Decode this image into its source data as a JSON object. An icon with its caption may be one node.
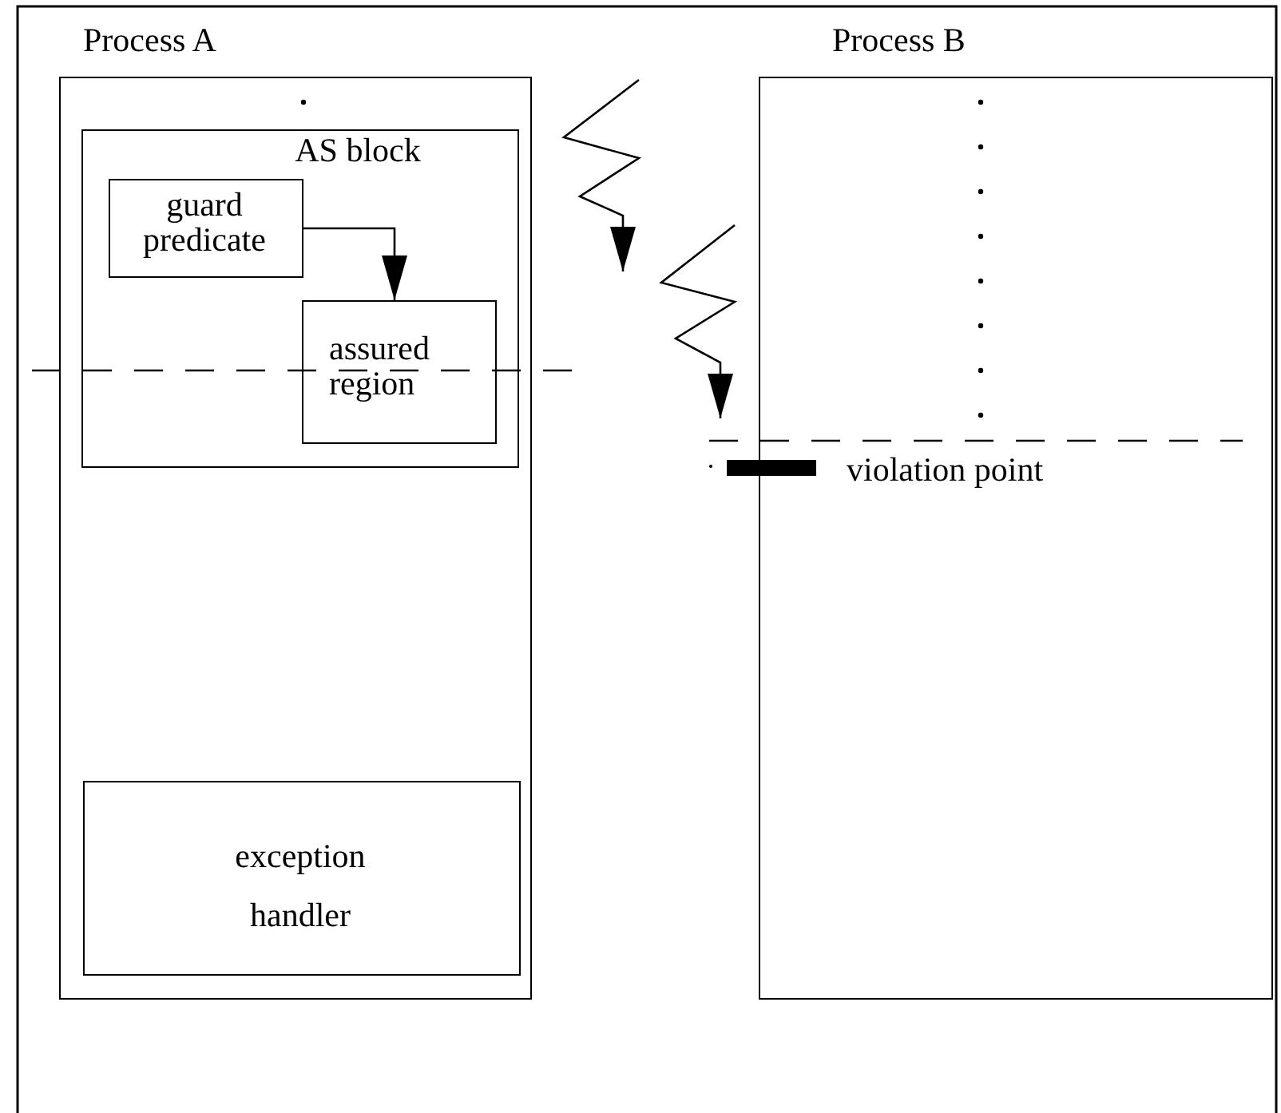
{
  "diagram": {
    "nodes": [
      {
        "text": [
          "Process A"
        ]
      },
      {
        "text": [
          "AS block"
        ],
        "in": 0
      },
      {
        "text": [
          "guard predicate"
        ],
        "in": 1
      },
      {
        "text": [
          "assured region"
        ],
        "in": 1
      },
      {
        "text": [
          "exception handler"
        ],
        "in": 0
      },
      {
        "text": [
          "Process B"
        ]
      }
    ],
    "edges": [
      {
        "from": 2,
        "to": 3,
        "arrow": "to"
      }
    ],
    "labels": [
      "violation point"
    ]
  }
}
